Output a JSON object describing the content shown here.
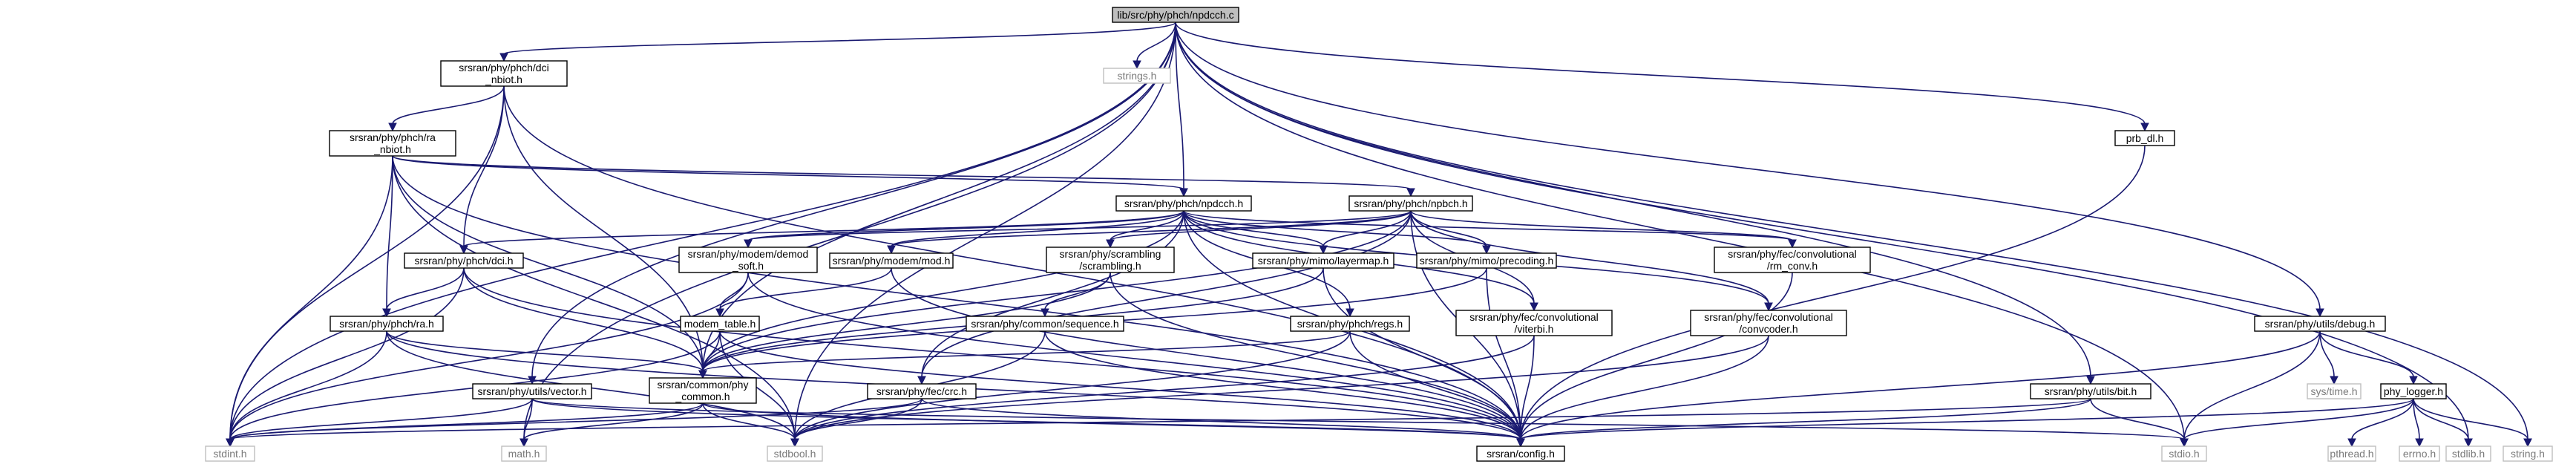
{
  "title": "lib/src/phy/phch/npdcch.c",
  "colors": {
    "edge": "#191970",
    "root_fill": "#bfbfbf",
    "node_border": "#000000",
    "system_border": "#bfbfbf",
    "system_text": "#7a7a7a"
  },
  "nodes": {
    "root": {
      "lines": [
        "lib/src/phy/phch/npdcch.c"
      ]
    },
    "dci_nbiot": {
      "lines": [
        "srsran/phy/phch/dci",
        "_nbiot.h"
      ]
    },
    "strings": {
      "lines": [
        "strings.h"
      ]
    },
    "prb_dl": {
      "lines": [
        "prb_dl.h"
      ]
    },
    "ra_nbiot": {
      "lines": [
        "srsran/phy/phch/ra",
        "_nbiot.h"
      ]
    },
    "npdcch_h": {
      "lines": [
        "srsran/phy/phch/npdcch.h"
      ]
    },
    "npbch": {
      "lines": [
        "srsran/phy/phch/npbch.h"
      ]
    },
    "dci": {
      "lines": [
        "srsran/phy/phch/dci.h"
      ]
    },
    "demod_soft": {
      "lines": [
        "srsran/phy/modem/demod",
        "_soft.h"
      ]
    },
    "modem_mod": {
      "lines": [
        "srsran/phy/modem/mod.h"
      ]
    },
    "scrambling": {
      "lines": [
        "srsran/phy/scrambling",
        "/scrambling.h"
      ]
    },
    "layermap": {
      "lines": [
        "srsran/phy/mimo/layermap.h"
      ]
    },
    "precoding": {
      "lines": [
        "srsran/phy/mimo/precoding.h"
      ]
    },
    "rm_conv": {
      "lines": [
        "srsran/phy/fec/convolutional",
        "/rm_conv.h"
      ]
    },
    "ra": {
      "lines": [
        "srsran/phy/phch/ra.h"
      ]
    },
    "modem_table": {
      "lines": [
        "modem_table.h"
      ]
    },
    "sequence": {
      "lines": [
        "srsran/phy/common/sequence.h"
      ]
    },
    "regs": {
      "lines": [
        "srsran/phy/phch/regs.h"
      ]
    },
    "viterbi": {
      "lines": [
        "srsran/phy/fec/convolutional",
        "/viterbi.h"
      ]
    },
    "convcoder": {
      "lines": [
        "srsran/phy/fec/convolutional",
        "/convcoder.h"
      ]
    },
    "debug": {
      "lines": [
        "srsran/phy/utils/debug.h"
      ]
    },
    "vector": {
      "lines": [
        "srsran/phy/utils/vector.h"
      ]
    },
    "phy_common": {
      "lines": [
        "srsran/common/phy",
        "_common.h"
      ]
    },
    "crc": {
      "lines": [
        "srsran/phy/fec/crc.h"
      ]
    },
    "bit": {
      "lines": [
        "srsran/phy/utils/bit.h"
      ]
    },
    "systime": {
      "lines": [
        "sys/time.h"
      ]
    },
    "phy_logger": {
      "lines": [
        "phy_logger.h"
      ]
    },
    "stdint": {
      "lines": [
        "stdint.h"
      ]
    },
    "math": {
      "lines": [
        "math.h"
      ]
    },
    "stdbool": {
      "lines": [
        "stdbool.h"
      ]
    },
    "config": {
      "lines": [
        "srsran/config.h"
      ]
    },
    "stdio": {
      "lines": [
        "stdio.h"
      ]
    },
    "pthread": {
      "lines": [
        "pthread.h"
      ]
    },
    "errno": {
      "lines": [
        "errno.h"
      ]
    },
    "stdlib": {
      "lines": [
        "stdlib.h"
      ]
    },
    "string": {
      "lines": [
        "string.h"
      ]
    }
  },
  "edges": [
    [
      "root",
      "dci_nbiot"
    ],
    [
      "root",
      "strings"
    ],
    [
      "root",
      "prb_dl"
    ],
    [
      "root",
      "npdcch_h"
    ],
    [
      "root",
      "vector"
    ],
    [
      "root",
      "phy_common"
    ],
    [
      "root",
      "debug"
    ],
    [
      "root",
      "bit"
    ],
    [
      "root",
      "stdint"
    ],
    [
      "root",
      "math"
    ],
    [
      "root",
      "stdbool"
    ],
    [
      "root",
      "stdio"
    ],
    [
      "root",
      "stdlib"
    ],
    [
      "root",
      "string"
    ],
    [
      "dci_nbiot",
      "ra_nbiot"
    ],
    [
      "dci_nbiot",
      "dci"
    ],
    [
      "dci_nbiot",
      "phy_common"
    ],
    [
      "dci_nbiot",
      "config"
    ],
    [
      "dci_nbiot",
      "stdint"
    ],
    [
      "ra_nbiot",
      "npbch"
    ],
    [
      "ra_nbiot",
      "npdcch_h"
    ],
    [
      "ra_nbiot",
      "ra"
    ],
    [
      "ra_nbiot",
      "phy_common"
    ],
    [
      "ra_nbiot",
      "config"
    ],
    [
      "ra_nbiot",
      "stdint"
    ],
    [
      "ra_nbiot",
      "stdbool"
    ],
    [
      "npdcch_h",
      "dci"
    ],
    [
      "npdcch_h",
      "demod_soft"
    ],
    [
      "npdcch_h",
      "modem_mod"
    ],
    [
      "npdcch_h",
      "scrambling"
    ],
    [
      "npdcch_h",
      "layermap"
    ],
    [
      "npdcch_h",
      "precoding"
    ],
    [
      "npdcch_h",
      "rm_conv"
    ],
    [
      "npdcch_h",
      "regs"
    ],
    [
      "npdcch_h",
      "viterbi"
    ],
    [
      "npdcch_h",
      "convcoder"
    ],
    [
      "npdcch_h",
      "crc"
    ],
    [
      "npdcch_h",
      "phy_common"
    ],
    [
      "npdcch_h",
      "config"
    ],
    [
      "npbch",
      "demod_soft"
    ],
    [
      "npbch",
      "modem_mod"
    ],
    [
      "npbch",
      "scrambling"
    ],
    [
      "npbch",
      "layermap"
    ],
    [
      "npbch",
      "precoding"
    ],
    [
      "npbch",
      "rm_conv"
    ],
    [
      "npbch",
      "viterbi"
    ],
    [
      "npbch",
      "convcoder"
    ],
    [
      "npbch",
      "crc"
    ],
    [
      "npbch",
      "phy_common"
    ],
    [
      "npbch",
      "config"
    ],
    [
      "dci",
      "ra"
    ],
    [
      "dci",
      "phy_common"
    ],
    [
      "dci",
      "config"
    ],
    [
      "dci",
      "stdint"
    ],
    [
      "demod_soft",
      "modem_table"
    ],
    [
      "demod_soft",
      "config"
    ],
    [
      "demod_soft",
      "stdint"
    ],
    [
      "modem_mod",
      "modem_table"
    ],
    [
      "modem_mod",
      "config"
    ],
    [
      "scrambling",
      "sequence"
    ],
    [
      "scrambling",
      "phy_common"
    ],
    [
      "scrambling",
      "config"
    ],
    [
      "layermap",
      "phy_common"
    ],
    [
      "layermap",
      "config"
    ],
    [
      "precoding",
      "phy_common"
    ],
    [
      "precoding",
      "config"
    ],
    [
      "rm_conv",
      "config"
    ],
    [
      "ra",
      "phy_common"
    ],
    [
      "ra",
      "config"
    ],
    [
      "ra",
      "stdint"
    ],
    [
      "ra",
      "stdbool"
    ],
    [
      "modem_table",
      "phy_common"
    ],
    [
      "modem_table",
      "config"
    ],
    [
      "modem_table",
      "stdint"
    ],
    [
      "modem_table",
      "stdbool"
    ],
    [
      "sequence",
      "config"
    ],
    [
      "sequence",
      "stdbool"
    ],
    [
      "regs",
      "phy_common"
    ],
    [
      "regs",
      "config"
    ],
    [
      "regs",
      "stdbool"
    ],
    [
      "viterbi",
      "config"
    ],
    [
      "viterbi",
      "stdbool"
    ],
    [
      "convcoder",
      "config"
    ],
    [
      "convcoder",
      "stdbool"
    ],
    [
      "debug",
      "phy_logger"
    ],
    [
      "debug",
      "systime"
    ],
    [
      "debug",
      "config"
    ],
    [
      "debug",
      "stdio"
    ],
    [
      "vector",
      "config"
    ],
    [
      "vector",
      "stdint"
    ],
    [
      "vector",
      "math"
    ],
    [
      "vector",
      "stdio"
    ],
    [
      "phy_common",
      "config"
    ],
    [
      "phy_common",
      "stdint"
    ],
    [
      "phy_common",
      "stdbool"
    ],
    [
      "phy_common",
      "math"
    ],
    [
      "crc",
      "config"
    ],
    [
      "crc",
      "stdint"
    ],
    [
      "crc",
      "stdbool"
    ],
    [
      "bit",
      "config"
    ],
    [
      "bit",
      "stdint"
    ],
    [
      "bit",
      "stdio"
    ],
    [
      "phy_logger",
      "pthread"
    ],
    [
      "phy_logger",
      "errno"
    ],
    [
      "phy_logger",
      "stdlib"
    ],
    [
      "phy_logger",
      "string"
    ],
    [
      "phy_logger",
      "stdio"
    ],
    [
      "phy_logger",
      "config"
    ],
    [
      "prb_dl",
      "config"
    ]
  ]
}
